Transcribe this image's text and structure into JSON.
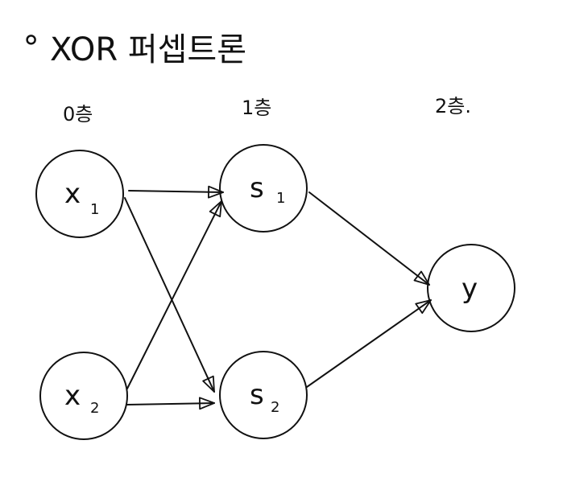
{
  "title": {
    "bullet": "∘",
    "text": "XOR 퍼셉트론"
  },
  "layers": [
    {
      "id": "layer0",
      "label": "0층"
    },
    {
      "id": "layer1",
      "label": "1층"
    },
    {
      "id": "layer2",
      "label": "2층."
    }
  ],
  "nodes": {
    "x1": {
      "main": "x",
      "sub": "1"
    },
    "x2": {
      "main": "x",
      "sub": "2"
    },
    "s1": {
      "main": "s",
      "sub": "1"
    },
    "s2": {
      "main": "s",
      "sub": "2"
    },
    "y": {
      "main": "y",
      "sub": ""
    }
  },
  "edges": [
    {
      "from": "x1",
      "to": "s1"
    },
    {
      "from": "x1",
      "to": "s2"
    },
    {
      "from": "x2",
      "to": "s1"
    },
    {
      "from": "x2",
      "to": "s2"
    },
    {
      "from": "s1",
      "to": "y"
    },
    {
      "from": "s2",
      "to": "y"
    }
  ],
  "colors": {
    "ink": "#111111",
    "background": "#ffffff"
  }
}
